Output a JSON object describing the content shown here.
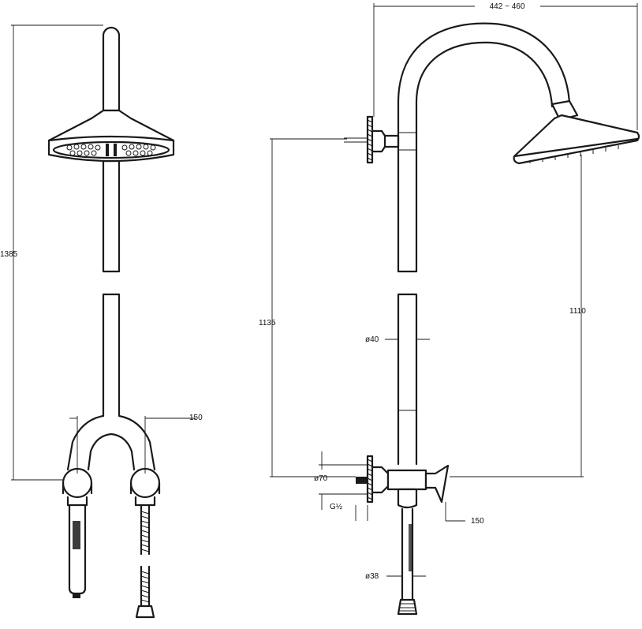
{
  "dimensions": {
    "overall_height": "1385",
    "left_offset": "150",
    "arm_projection": "442 ~ 460",
    "inlet_height": "1135",
    "head_height": "1110",
    "riser_diameter": "ø40",
    "flange_diameter": "ø70",
    "inlet_thread": "G½",
    "mixer_offset": "150",
    "slide_bar_diameter": "ø38"
  },
  "colors": {
    "line": "#1a1a1a",
    "background": "#ffffff"
  }
}
